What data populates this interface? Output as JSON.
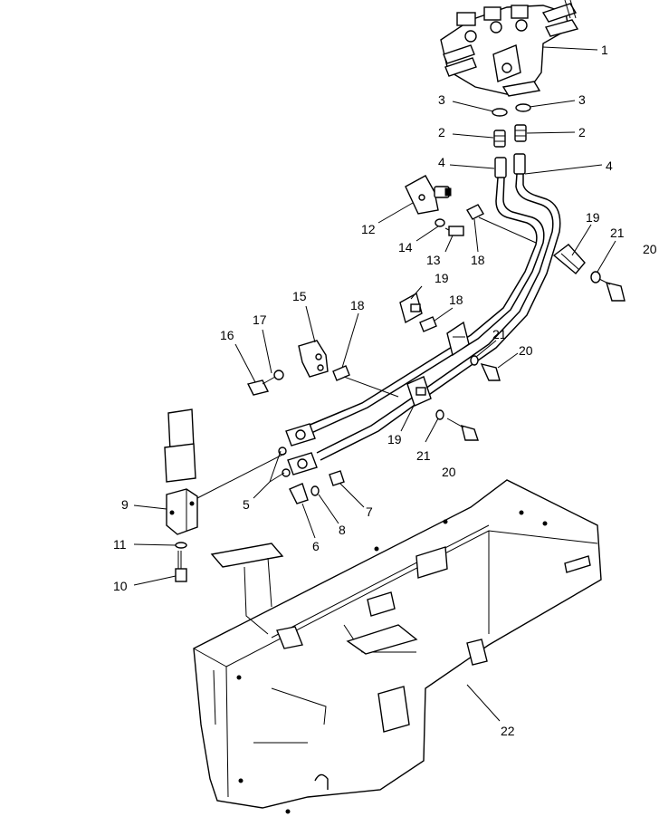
{
  "callouts": [
    {
      "id": "c1a",
      "text": "1"
    },
    {
      "id": "c3a",
      "text": "3"
    },
    {
      "id": "c3b",
      "text": "3"
    },
    {
      "id": "c2a",
      "text": "2"
    },
    {
      "id": "c2b",
      "text": "2"
    },
    {
      "id": "c4a",
      "text": "4"
    },
    {
      "id": "c4b",
      "text": "4"
    },
    {
      "id": "c12",
      "text": "12"
    },
    {
      "id": "c14",
      "text": "14"
    },
    {
      "id": "c13",
      "text": "13"
    },
    {
      "id": "c18a",
      "text": "18"
    },
    {
      "id": "c19a",
      "text": "19"
    },
    {
      "id": "c21a",
      "text": "21"
    },
    {
      "id": "c20a",
      "text": "20"
    },
    {
      "id": "c19b",
      "text": "19"
    },
    {
      "id": "c18b",
      "text": "18"
    },
    {
      "id": "c15",
      "text": "15"
    },
    {
      "id": "c18c",
      "text": "18"
    },
    {
      "id": "c17",
      "text": "17"
    },
    {
      "id": "c16",
      "text": "16"
    },
    {
      "id": "c21b",
      "text": "21"
    },
    {
      "id": "c20b",
      "text": "20"
    },
    {
      "id": "c19c",
      "text": "19"
    },
    {
      "id": "c21c",
      "text": "21"
    },
    {
      "id": "c20c",
      "text": "20"
    },
    {
      "id": "c9",
      "text": "9"
    },
    {
      "id": "c5",
      "text": "5"
    },
    {
      "id": "c7",
      "text": "7"
    },
    {
      "id": "c8",
      "text": "8"
    },
    {
      "id": "c6",
      "text": "6"
    },
    {
      "id": "c11",
      "text": "11"
    },
    {
      "id": "c10",
      "text": "10"
    },
    {
      "id": "c22",
      "text": "22"
    }
  ]
}
